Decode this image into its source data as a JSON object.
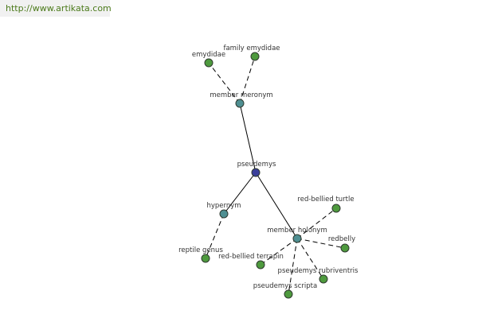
{
  "header": {
    "url_text": "http://www.artikata.com"
  },
  "colors": {
    "center": "#3b3f9b",
    "relation": "#4f8f92",
    "term": "#4e9a3e",
    "url": "#4b7a1a"
  },
  "graph": {
    "nodes": [
      {
        "id": "pseudemys",
        "label": "pseudemys",
        "kind": "center"
      },
      {
        "id": "member-meronym",
        "label": "member meronym",
        "kind": "relation"
      },
      {
        "id": "hypernym",
        "label": "hypernym",
        "kind": "relation"
      },
      {
        "id": "member-holonym",
        "label": "member holonym",
        "kind": "relation"
      },
      {
        "id": "emydidae",
        "label": "emydidae",
        "kind": "term"
      },
      {
        "id": "family-emydidae",
        "label": "family emydidae",
        "kind": "term"
      },
      {
        "id": "reptile-genus",
        "label": "reptile genus",
        "kind": "term"
      },
      {
        "id": "red-bellied-turtle",
        "label": "red-bellied turtle",
        "kind": "term"
      },
      {
        "id": "redbelly",
        "label": "redbelly",
        "kind": "term"
      },
      {
        "id": "red-bellied-terrapin",
        "label": "red-bellied terrapin",
        "kind": "term"
      },
      {
        "id": "pseudemys-rubriventris",
        "label": "pseudemys rubriventris",
        "kind": "term"
      },
      {
        "id": "pseudemys-scripta",
        "label": "pseudemys scripta",
        "kind": "term"
      }
    ],
    "edges": [
      {
        "from": "pseudemys",
        "to": "member-meronym",
        "style": "solid"
      },
      {
        "from": "pseudemys",
        "to": "hypernym",
        "style": "solid"
      },
      {
        "from": "pseudemys",
        "to": "member-holonym",
        "style": "solid"
      },
      {
        "from": "member-meronym",
        "to": "emydidae",
        "style": "dashed"
      },
      {
        "from": "member-meronym",
        "to": "family-emydidae",
        "style": "dashed"
      },
      {
        "from": "hypernym",
        "to": "reptile-genus",
        "style": "dashed"
      },
      {
        "from": "member-holonym",
        "to": "red-bellied-turtle",
        "style": "dashed"
      },
      {
        "from": "member-holonym",
        "to": "redbelly",
        "style": "dashed"
      },
      {
        "from": "member-holonym",
        "to": "red-bellied-terrapin",
        "style": "dashed"
      },
      {
        "from": "member-holonym",
        "to": "pseudemys-rubriventris",
        "style": "dashed"
      },
      {
        "from": "member-holonym",
        "to": "pseudemys-scripta",
        "style": "dashed"
      }
    ]
  }
}
